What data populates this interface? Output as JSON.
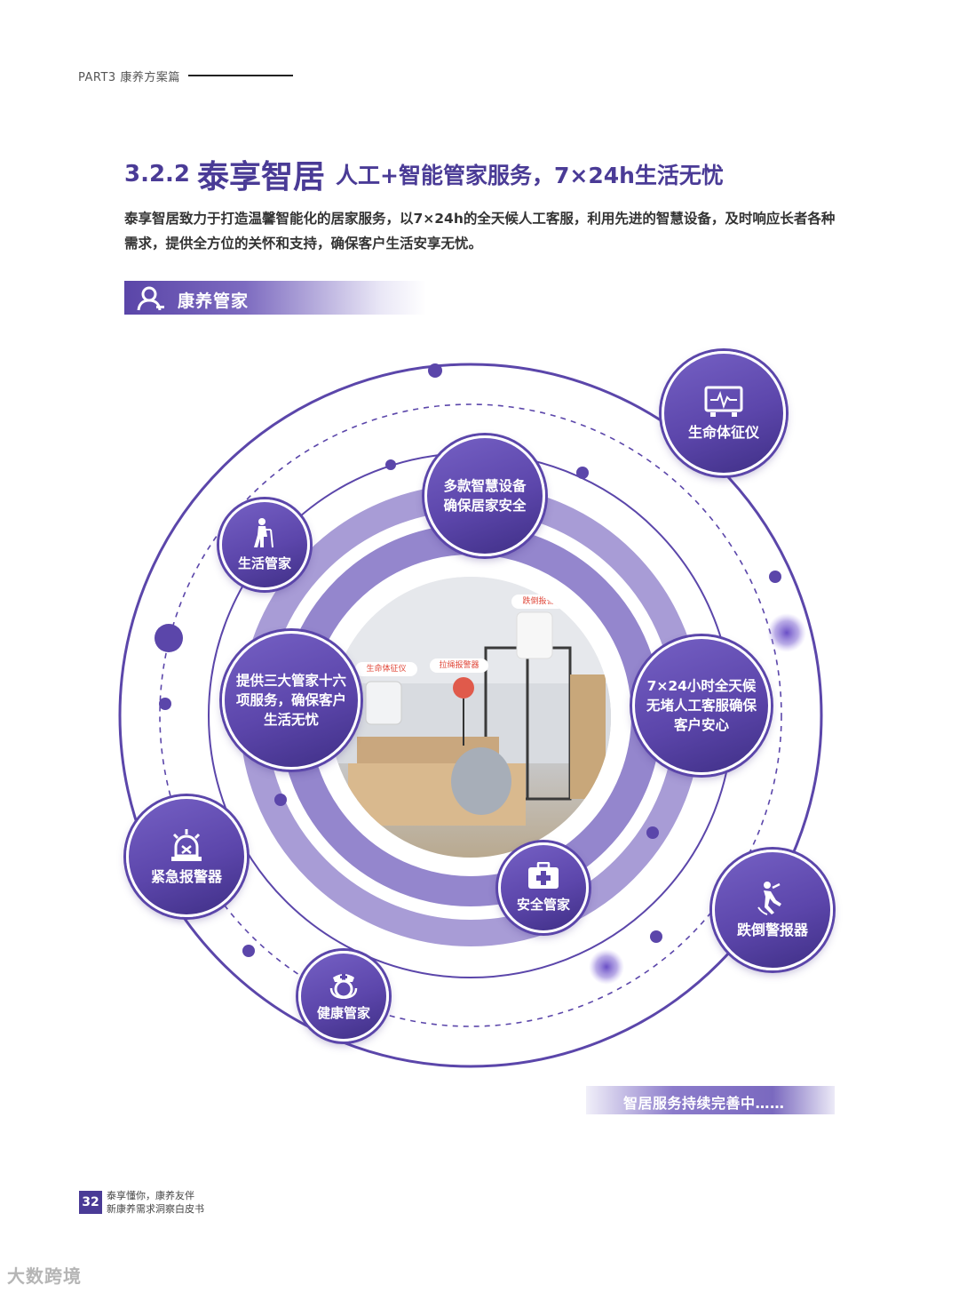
{
  "header": {
    "part_label": "PART3 康养方案篇"
  },
  "title": {
    "number": "3.2.2",
    "main": "泰享智居",
    "subtitle": "人工+智能管家服务，7×24h生活无忧"
  },
  "intro": "泰享智居致力于打造温馨智能化的居家服务，以7×24h的全天候人工客服，利用先进的智慧设备，及时响应长者各种需求，提供全方位的关怀和支持，确保客户生活安享无忧。",
  "section": {
    "label": "康养管家",
    "icon": "user-icon"
  },
  "photo_labels": {
    "vital_sign": "生命体征仪",
    "pull_alarm": "拉绳报警器",
    "fall_alarm": "跌倒报警器"
  },
  "inner_nodes": {
    "top": "多款智慧设备确保居家安全",
    "left": "提供三大管家十六项服务，确保客户生活无忧",
    "right": "7×24小时全天候无堵人工客服确保客户安心"
  },
  "outer_nodes": {
    "vital": {
      "label": "生命体征仪",
      "icon": "monitor-icon"
    },
    "life": {
      "label": "生活管家",
      "icon": "elderly-person-icon"
    },
    "emergency": {
      "label": "紧急报警器",
      "icon": "alarm-light-icon"
    },
    "safety": {
      "label": "安全管家",
      "icon": "first-aid-kit-icon"
    },
    "fall": {
      "label": "跌倒警报器",
      "icon": "falling-person-icon"
    },
    "health": {
      "label": "健康管家",
      "icon": "nurse-icon"
    }
  },
  "tagline": "智居服务持续完善中……",
  "footer": {
    "page_number": "32",
    "line1": "泰享懂你，康养友伴",
    "line2": "新康养需求洞察白皮书"
  },
  "watermark": "大数跨境",
  "colors": {
    "brand_purple": "#4a3b96",
    "node_purple": "#5c46ab",
    "ring_light": "#a89cd6"
  }
}
